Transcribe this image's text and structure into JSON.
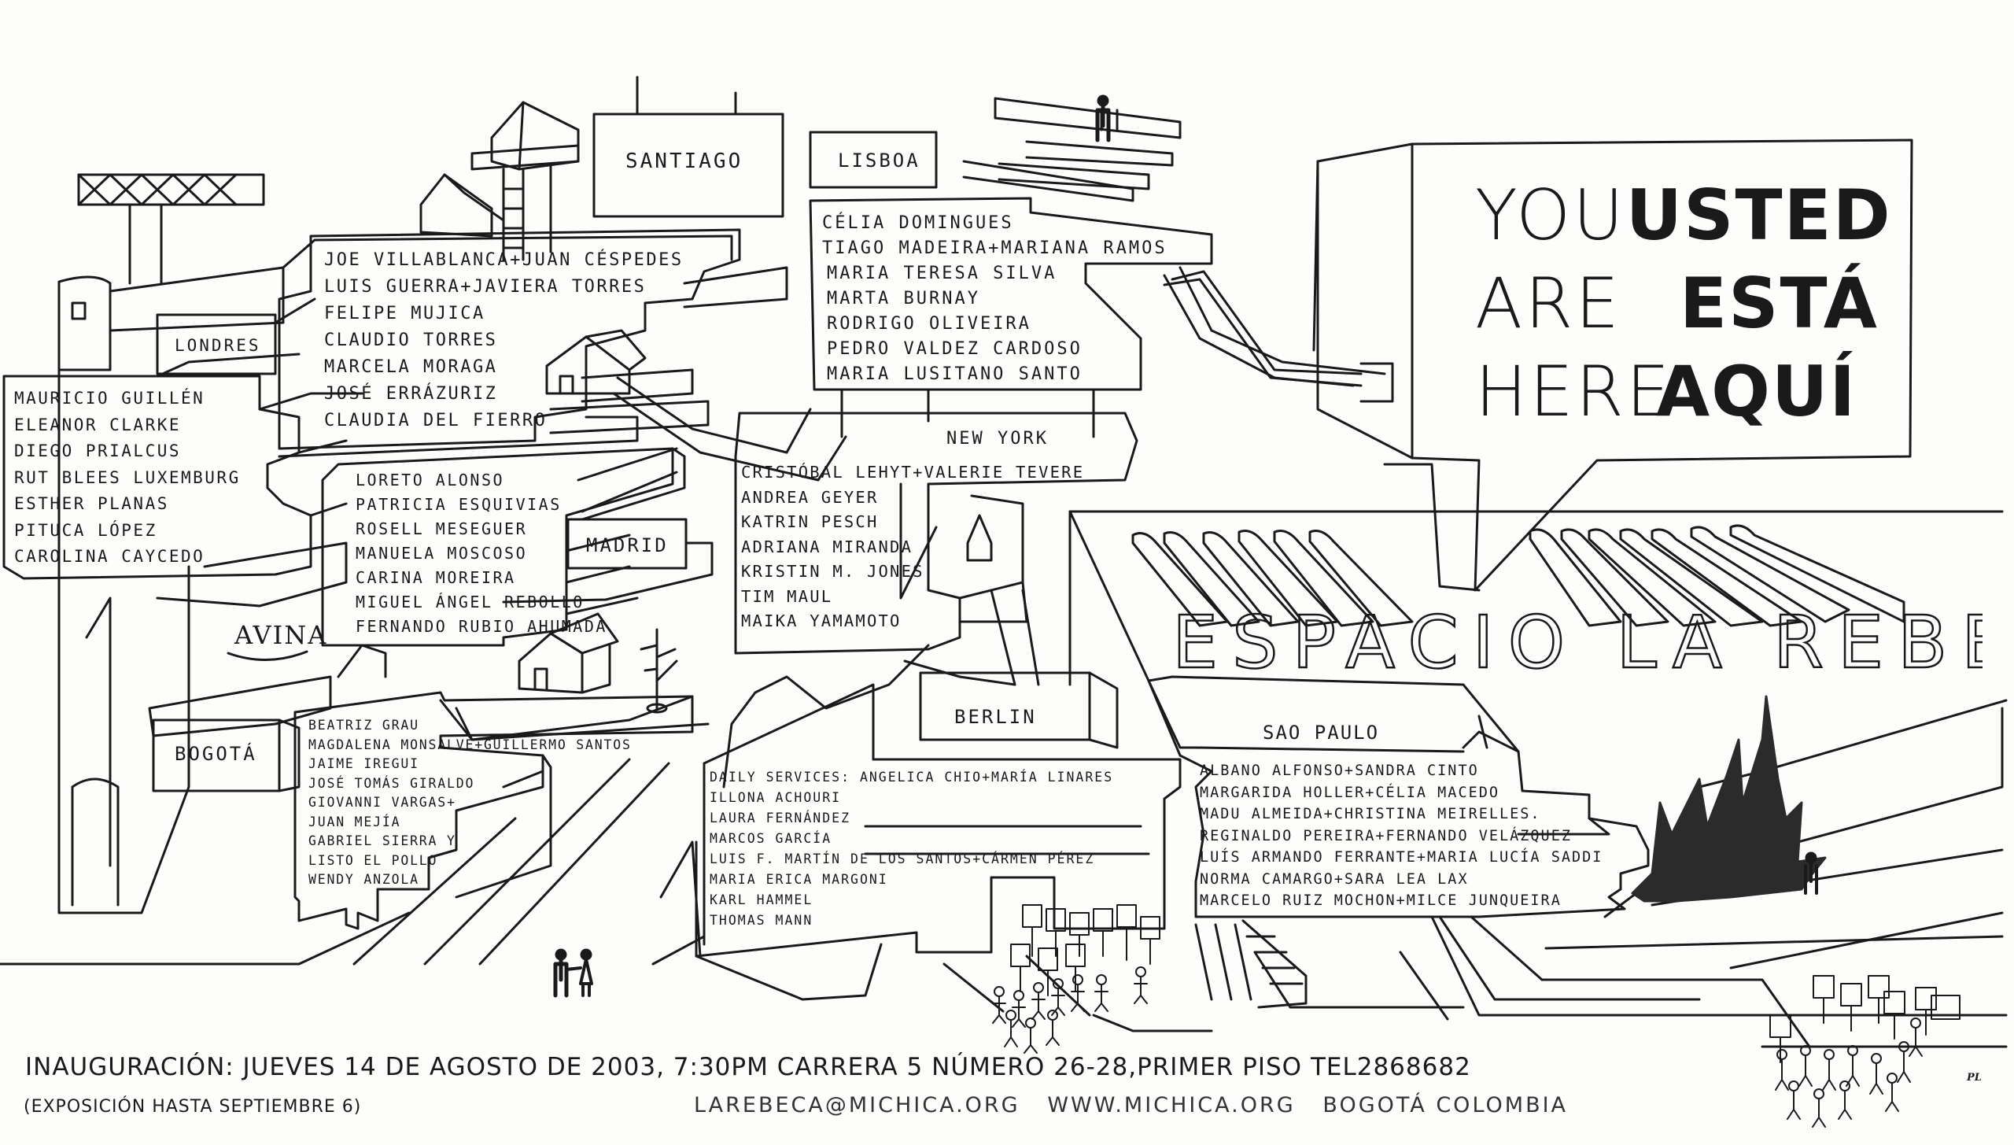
{
  "speech_bubble": {
    "rows": [
      {
        "en": "YOU",
        "es": "USTED"
      },
      {
        "en": "ARE",
        "es": "ESTÁ"
      },
      {
        "en": "HERE",
        "es": "AQUÍ"
      }
    ]
  },
  "venue_title": "ESPACIO LA REBECA",
  "cities": {
    "santiago": "SANTIAGO",
    "lisboa": "LISBOA",
    "londres": "LONDRES",
    "madrid": "MADRID",
    "new_york": "NEW YORK",
    "bogota": "BOGOTÁ",
    "berlin": "BERLIN",
    "sao_paulo": "SAO PAULO"
  },
  "sponsor_logo": "AVINA",
  "artists": {
    "santiago": [
      "JOE VILLABLANCA+JUAN CÉSPEDES",
      "LUIS GUERRA+JAVIERA TORRES",
      "FELIPE MUJICA",
      "CLAUDIO TORRES",
      "MARCELA MORAGA",
      "JOSÉ ERRÁZURIZ",
      "CLAUDIA DEL FIERRO"
    ],
    "lisboa": [
      "CÉLIA DOMINGUES",
      "TIAGO MADEIRA+MARIANA RAMOS",
      "MARIA TERESA SILVA",
      "MARTA BURNAY",
      "RODRIGO OLIVEIRA",
      "PEDRO VALDEZ CARDOSO",
      "MARIA LUSITANO SANTO"
    ],
    "londres": [
      "MAURICIO GUILLÉN",
      "ELEANOR CLARKE",
      "DIEGO PRIALCUS",
      "RUT BLEES LUXEMBURG",
      "ESTHER PLANAS",
      "PITUCA LÓPEZ",
      "CAROLINA CAYCEDO"
    ],
    "madrid": [
      "LORETO ALONSO",
      "PATRICIA ESQUIVIAS",
      "ROSELL MESEGUER",
      "MANUELA MOSCOSO",
      "CARINA MOREIRA",
      "MIGUEL ÁNGEL REBOLLO",
      "FERNANDO RUBIO AHUMADA"
    ],
    "new_york": [
      "CRISTÓBAL LEHYT+VALERIE TEVERE",
      "ANDREA GEYER",
      "KATRIN PESCH",
      "ADRIANA MIRANDA",
      "KRISTIN M. JONES",
      "TIM MAUL",
      "MAIKA YAMAMOTO"
    ],
    "bogota": [
      "BEATRIZ GRAU",
      "MAGDALENA MONSALVE+GUILLERMO SANTOS",
      "JAIME IREGUI",
      "JOSÉ TOMÁS GIRALDO",
      "GIOVANNI VARGAS+",
      "JUAN MEJÍA",
      "GABRIEL SIERRA Y",
      "LISTO EL POLLO",
      "WENDY ANZOLA"
    ],
    "berlin": [
      "DAILY SERVICES: ANGELICA CHIO+MARÍA LINARES",
      "ILLONA ACHOURI",
      "LAURA FERNÁNDEZ",
      "MARCOS GARCÍA",
      "LUIS F. MARTÍN DE LOS SANTOS+CÁRMEN PÉREZ",
      "MARIA ERICA MARGONI",
      "KARL HAMMEL",
      "THOMAS MANN"
    ],
    "sao_paulo": [
      "ALBANO ALFONSO+SANDRA CINTO",
      "MARGARIDA HOLLER+CÉLIA MACEDO",
      "MADU ALMEIDA+CHRISTINA MEIRELLES.",
      "REGINALDO PEREIRA+FERNANDO VELÁZQUEZ",
      "LUÍS ARMANDO FERRANTE+MARIA LUCÍA SADDI",
      "NORMA CAMARGO+SARA LEA LAX",
      "MARCELO RUIZ MOCHON+MILCE JUNQUEIRA"
    ]
  },
  "footer": {
    "line1": "INAUGURACIÓN: JUEVES 14 DE AGOSTO DE 2003, 7:30PM CARRERA 5 NÚMERO 26-28,PRIMER PISO TEL2868682",
    "line2_left": "(EXPOSICIÓN HASTA SEPTIEMBRE 6)",
    "line2_right": "LAREBECA@MICHICA.ORG   WWW.MICHICA.ORG   BOGOTÁ COLOMBIA",
    "initials": "PL"
  },
  "colors": {
    "ink": "#1a1a1a",
    "paper": "#fdfdfc"
  },
  "icons": [
    "crane-icon",
    "house-icon",
    "person-icon",
    "tree-icon",
    "fire-blob-icon",
    "protest-crowd-icon"
  ]
}
